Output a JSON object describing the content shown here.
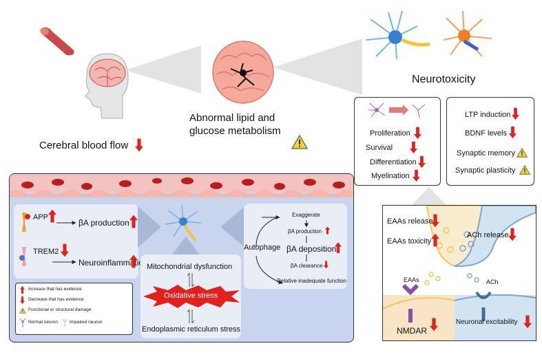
{
  "top": {
    "cerebral_blood_flow": "Cerebral blood flow",
    "metabolism_line1": "Abnormal lipid and",
    "metabolism_line2": "glucose metabolism",
    "neurotoxicity": "Neurotoxicity"
  },
  "development_box": {
    "proliferation": "Proliferation",
    "survival": "Survival",
    "differentiation": "Differentiation",
    "myelination": "Myelination"
  },
  "synapse_box": {
    "ltp": "LTP induction",
    "bdnf": "BDNF levels",
    "synaptic_memory": "Synaptic memory",
    "synaptic_plasticity": "Synaptic plasticity"
  },
  "left_panel": {
    "app": "APP",
    "ba_production": "βA production",
    "trem2": "TREM2",
    "neuroinflammation": "Neuroinflammation"
  },
  "legend": {
    "increase": "Increase that has evidence",
    "decrease": "Decrease that has evidence",
    "damage": "Functional or structural damage",
    "normal_neuron": "Normal neuron",
    "impaired_neuron": "Impaired neuron"
  },
  "center_panel": {
    "mito": "Mitochondrial dysfunction",
    "oxidative": "Oxidative stress",
    "er": "Endoplasmic reticulum stress"
  },
  "right_panel": {
    "autophage": "Autophage",
    "exaggerate": "Exaggerate",
    "ba_production": "βA production",
    "ba_deposition": "βA deposition",
    "ba_clearance": "βA clearance",
    "relative": "Relative inadequate function"
  },
  "synapse_diagram": {
    "eaas_release": "EAAs release",
    "eaas_toxicity": "EAAs toxicity",
    "ach_release": "ACh release",
    "eaas": "EAAs",
    "ach": "ACh",
    "nmdar": "NMDAR",
    "excitability": "Neuronal excitability"
  },
  "colors": {
    "arrow_red": "#e3201b",
    "panel_blue": "#c9d4ef",
    "vessel_pink": "#f4c2bf",
    "warning_yellow": "#f3d23a"
  }
}
